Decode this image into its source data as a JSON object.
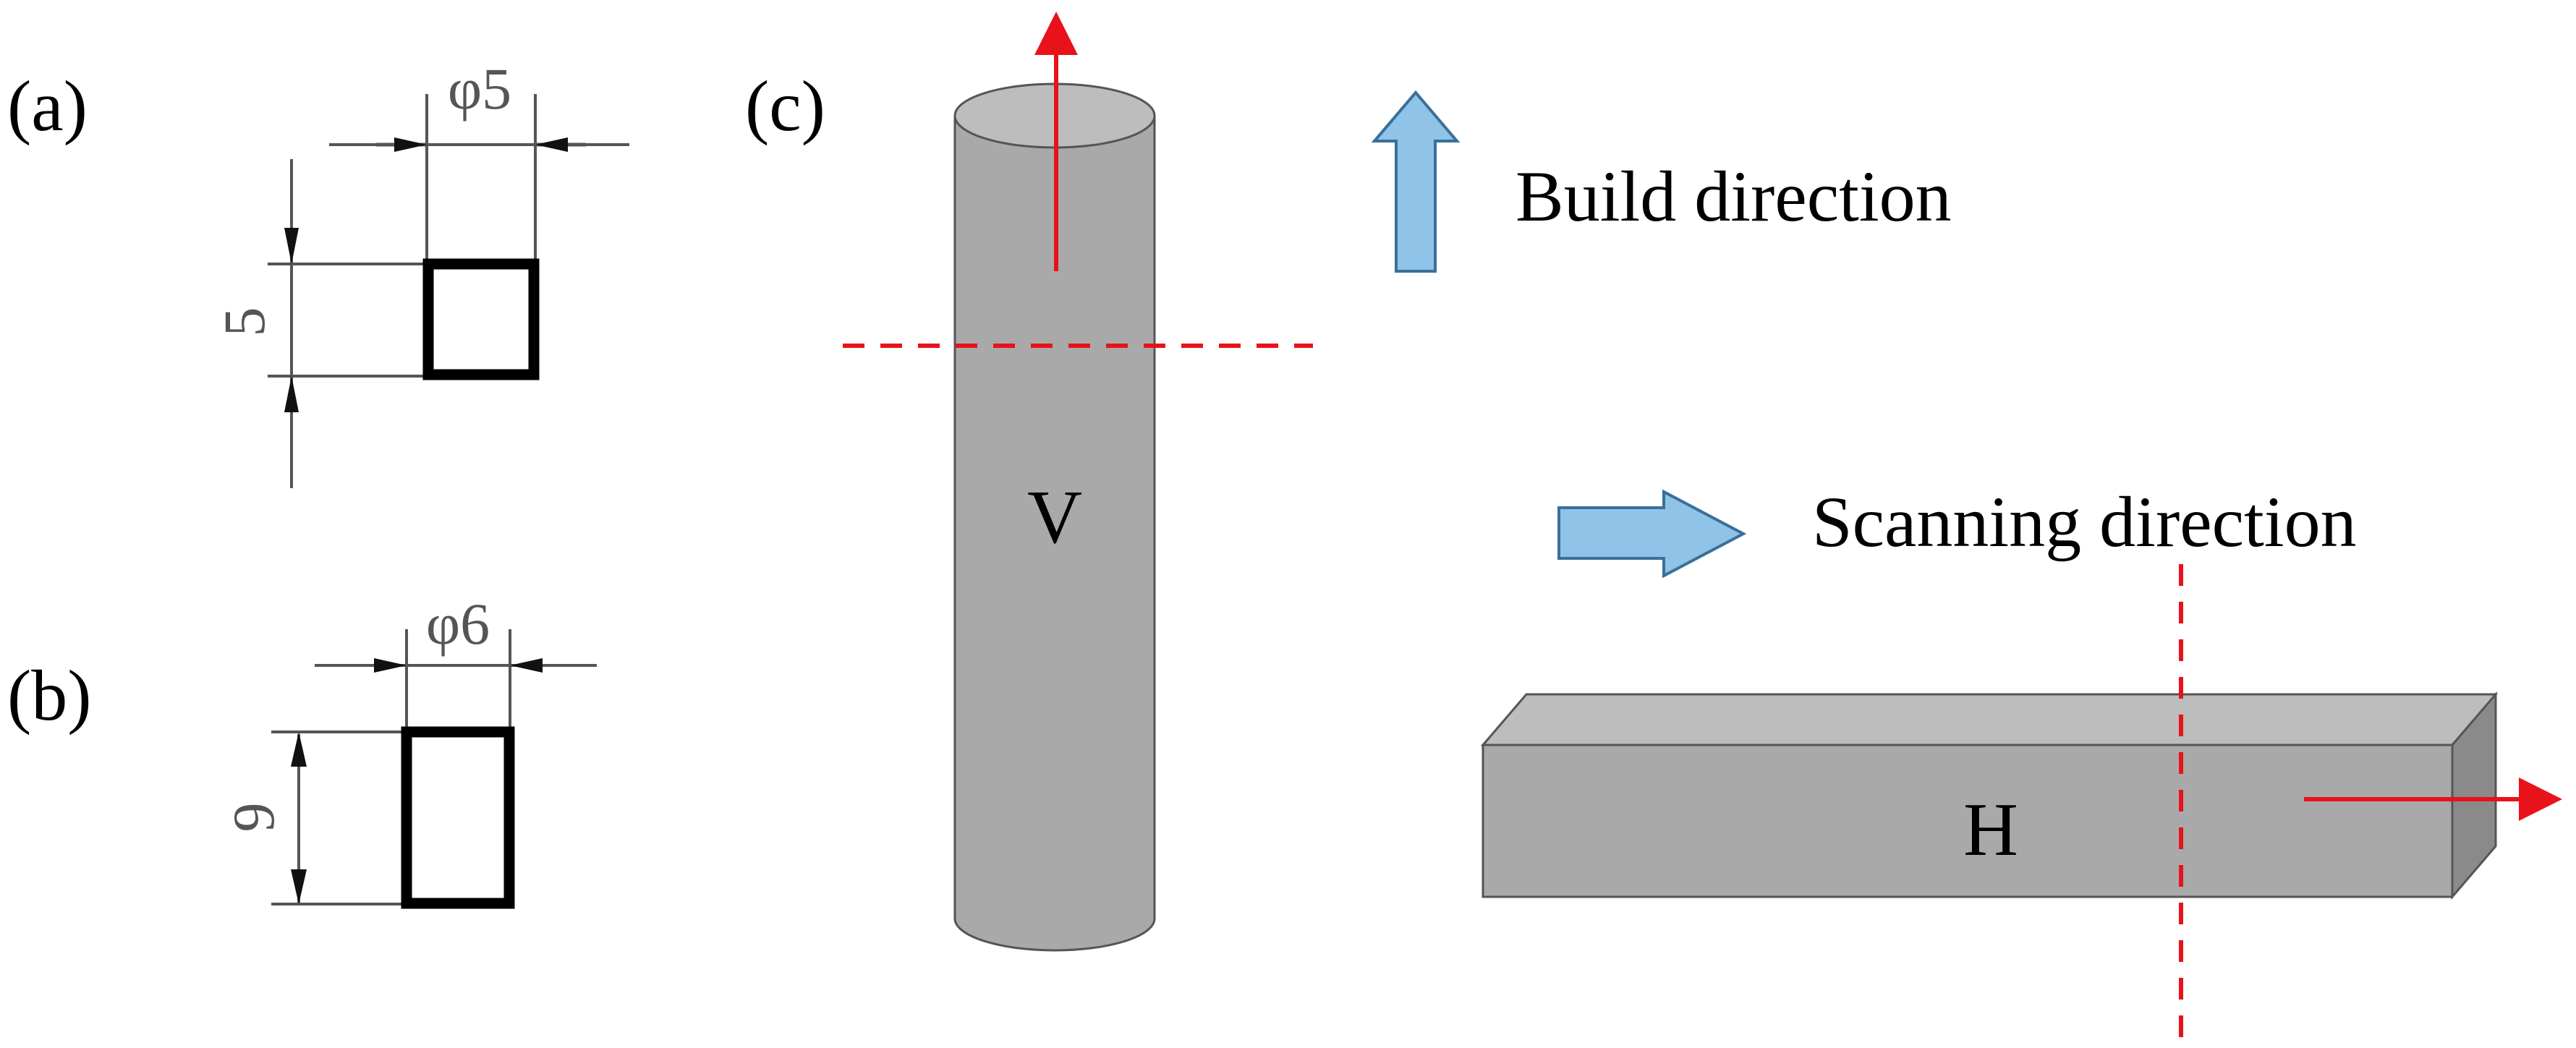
{
  "panels": {
    "a": {
      "label": "(a)",
      "width_label": "φ5",
      "height_label": "5"
    },
    "b": {
      "label": "(b)",
      "width_label": "φ6",
      "height_label": "9"
    },
    "c": {
      "label": "(c)",
      "vertical_sample_label": "V",
      "horizontal_sample_label": "H",
      "build_direction_label": "Build direction",
      "scanning_direction_label": "Scanning direction"
    }
  },
  "colors": {
    "sample_fill": "#a9a9a9",
    "sample_top": "#bdbdbd",
    "sample_side": "#8a8a8a",
    "cut_line": "#e8121a",
    "direction_arrow_fill": "#8fc3e8",
    "direction_arrow_stroke": "#3a6f99"
  }
}
